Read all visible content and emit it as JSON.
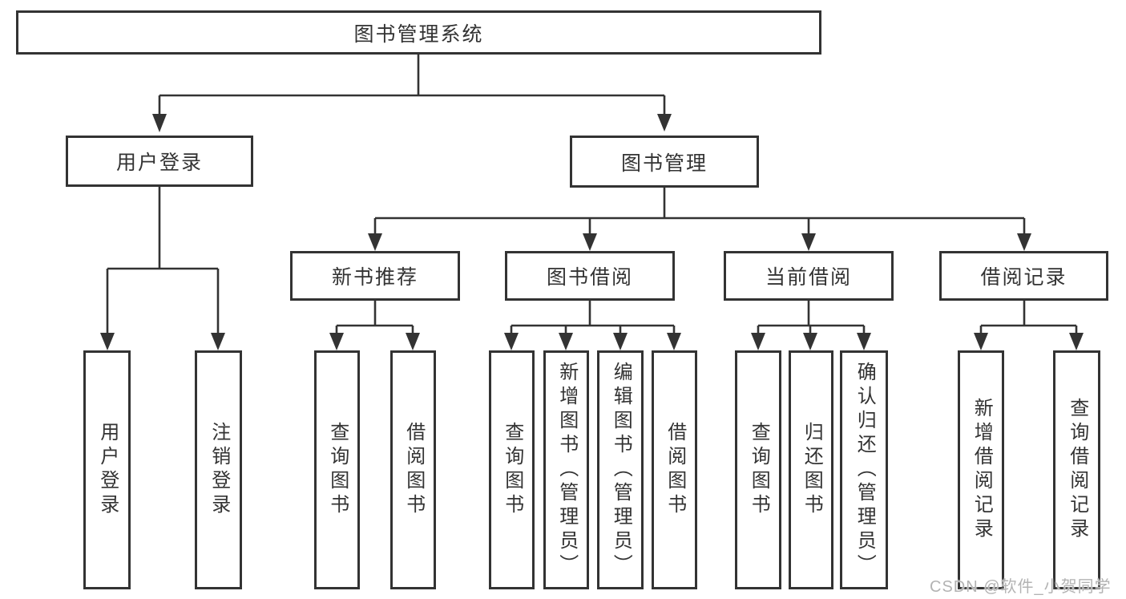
{
  "diagram": {
    "root": "图书管理系统",
    "level2": [
      {
        "label": "用户登录"
      },
      {
        "label": "图书管理"
      }
    ],
    "level3": [
      {
        "label": "新书推荐"
      },
      {
        "label": "图书借阅"
      },
      {
        "label": "当前借阅"
      },
      {
        "label": "借阅记录"
      }
    ],
    "leaves": {
      "user_login": [
        "用户登录",
        "注销登录"
      ],
      "new_book": [
        "查询图书",
        "借阅图书"
      ],
      "borrow": [
        "查询图书",
        "新增图书（管理员）",
        "编辑图书（管理员）",
        "借阅图书"
      ],
      "current": [
        "查询图书",
        "归还图书",
        "确认归还（管理员）"
      ],
      "records": [
        "新增借阅记录",
        "查询借阅记录"
      ]
    }
  },
  "colors": {
    "line": "#333333",
    "box_background": "#ffffff",
    "watermark": "#b3b3b3"
  },
  "watermark": "CSDN @软件_小贺同学"
}
